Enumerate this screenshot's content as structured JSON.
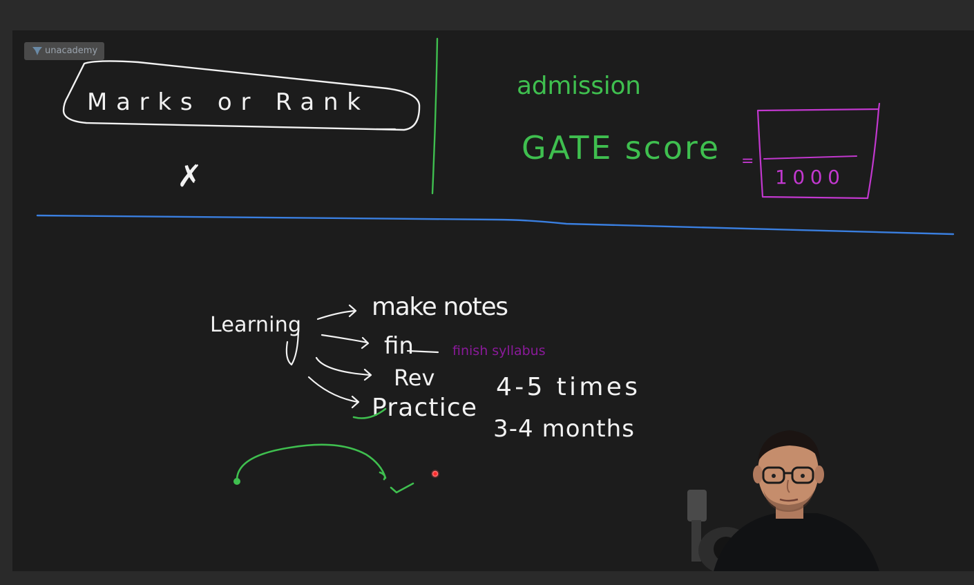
{
  "watermark": {
    "brand": "unacademy"
  },
  "handwriting": {
    "marks_or_rank": "Marks or Rank",
    "cross": "✗",
    "admission": "admission",
    "gate_score": "GATE score",
    "equals": "=",
    "denominator": "1000",
    "learning": "Learning",
    "make_notes": "make notes",
    "finish_short": "fin",
    "revision_short": "Rev",
    "practice": "Practice",
    "times": "4-5 times",
    "months": "3-4 months"
  },
  "typed_note": "finish syllabus",
  "colors": {
    "board": "#1c1c1c",
    "frame": "#2a2a2a",
    "white_ink": "#f2f2f2",
    "green_ink": "#3fbf4f",
    "magenta_ink": "#c238cf",
    "blue_ink": "#3a7fe0",
    "typed_purple": "#8a1a9a",
    "laser": "#ff2a2a"
  },
  "icons": {
    "brand": "unacademy-logo-icon",
    "pointer": "laser-pointer-icon",
    "presenter": "presenter-webcam"
  }
}
